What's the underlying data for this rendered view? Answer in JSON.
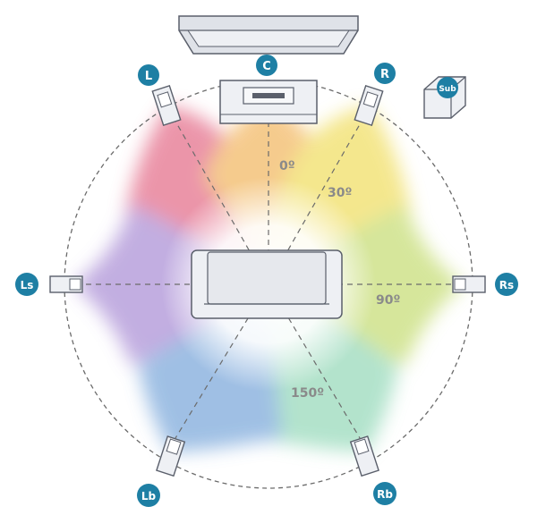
{
  "speakers": [
    {
      "id": "C",
      "label": "C"
    },
    {
      "id": "L",
      "label": "L"
    },
    {
      "id": "R",
      "label": "R"
    },
    {
      "id": "Ls",
      "label": "Ls"
    },
    {
      "id": "Rs",
      "label": "Rs"
    },
    {
      "id": "Lb",
      "label": "Lb"
    },
    {
      "id": "Rb",
      "label": "Rb"
    },
    {
      "id": "Sub",
      "label": "Sub"
    }
  ],
  "angles": {
    "front": "0º",
    "front_side": "30º",
    "side": "90º",
    "rear": "150º"
  },
  "colors": {
    "badge": "#1e7fa4",
    "l_zone": "#e8839b",
    "c_zone": "#f4c27a",
    "r_zone": "#f3e37a",
    "rs_zone": "#cfe28a",
    "rb_zone": "#a6dfc4",
    "lb_zone": "#8fb5e0",
    "ls_zone": "#b8a0dc",
    "device_fill": "#eef0f4",
    "device_stroke": "#5a5f6b"
  }
}
